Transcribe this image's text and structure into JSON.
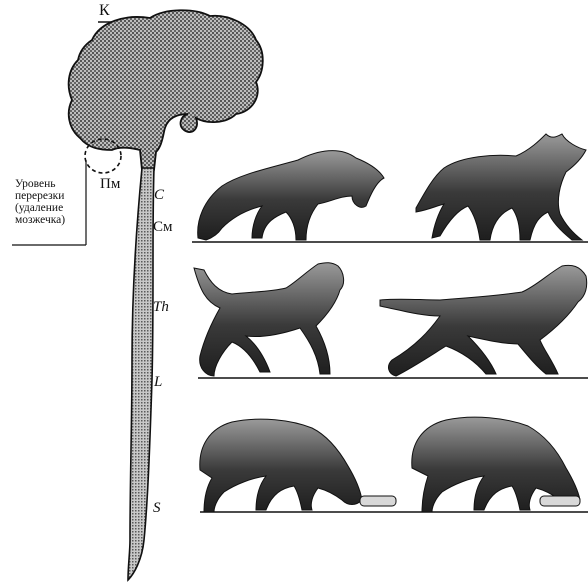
{
  "labels": {
    "cortex": "К",
    "medulla": "Пм",
    "cervical": "C",
    "cerebellum": "См",
    "thoracic": "Th",
    "lumbar": "L",
    "sacral": "S"
  },
  "cut_note": {
    "line1": "Уровень",
    "line2": "перерезки",
    "line3": "(удаление",
    "line4": "мозжечка)"
  },
  "colors": {
    "ink": "#111111",
    "brain_fill": "#8a8a8a",
    "dog_dark": "#2e2e2e",
    "dog_light": "#9a9a9a",
    "background": "#ffffff"
  },
  "rows": [
    {
      "posture": "crouching",
      "dogs": 2
    },
    {
      "posture": "leaping",
      "dogs": 2
    },
    {
      "posture": "eating-from-bowl",
      "dogs": 2
    }
  ]
}
